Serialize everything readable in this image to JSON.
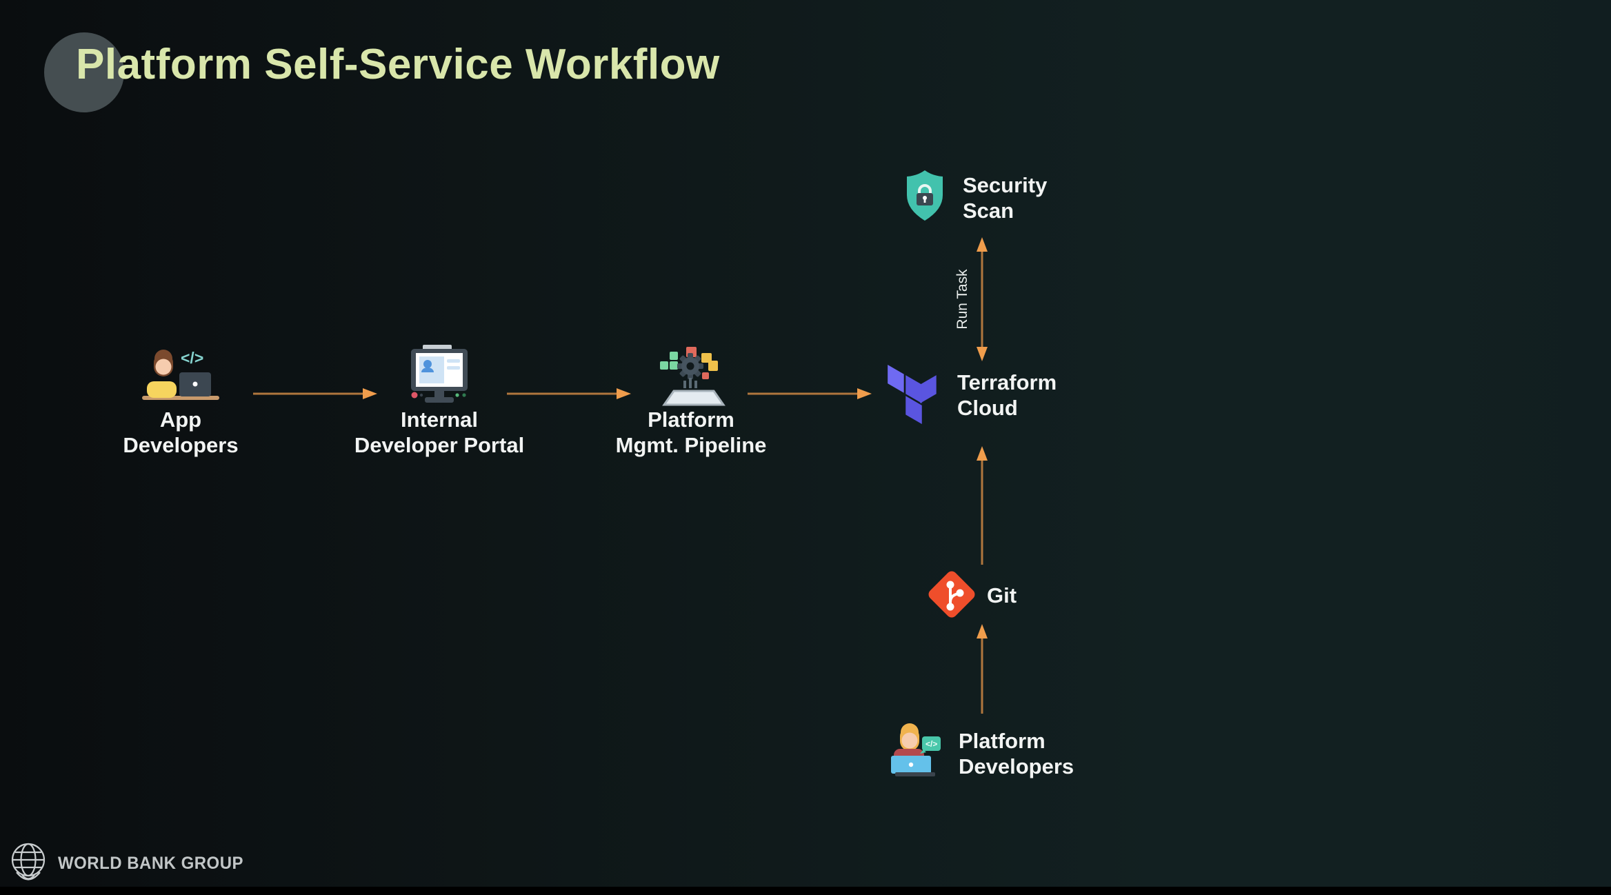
{
  "title": "Platform Self-Service Workflow",
  "nodes": {
    "app_developers": {
      "line1": "App",
      "line2": "Developers"
    },
    "internal_developer_portal": {
      "line1": "Internal",
      "line2": "Developer Portal"
    },
    "platform_mgmt_pipeline": {
      "line1": "Platform",
      "line2": "Mgmt. Pipeline"
    },
    "terraform_cloud": {
      "line1": "Terraform",
      "line2": "Cloud"
    },
    "security_scan": {
      "line1": "Security",
      "line2": "Scan"
    },
    "git": {
      "line1": "Git"
    },
    "platform_developers": {
      "line1": "Platform",
      "line2": "Developers"
    }
  },
  "edges": {
    "run_task": "Run Task"
  },
  "icons": {
    "code_glyph": "</>"
  },
  "footer": {
    "brand": "WORLD BANK GROUP"
  },
  "colors": {
    "background_left": "#0a0e10",
    "background_right": "#122021",
    "title": "#d9e6ab",
    "title_circle": "#4b5457",
    "label": "#f2f4f3",
    "arrow_line": "#b0763d",
    "arrow_head": "#f09d4c",
    "terraform_primary": "#5a55e0",
    "terraform_light": "#6f6af2",
    "git": "#ef4e2b",
    "shield": "#42c2ad",
    "code_teal": "#86d3cf"
  }
}
